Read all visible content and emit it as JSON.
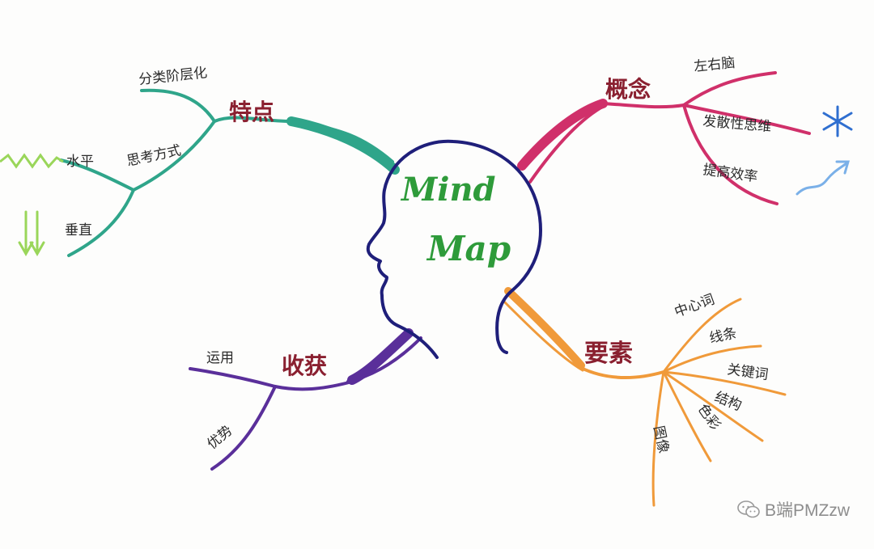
{
  "center": {
    "line1": "Mind",
    "line2": "Map"
  },
  "branches": {
    "features": {
      "label": "特点",
      "items": [
        "分类阶层化",
        "思考方式",
        "水平",
        "垂直"
      ]
    },
    "concept": {
      "label": "概念",
      "items": [
        "左右脑",
        "发散性思维",
        "提高效率"
      ]
    },
    "elements": {
      "label": "要素",
      "items": [
        "中心词",
        "线条",
        "关键词",
        "结构",
        "色彩",
        "图像"
      ]
    },
    "harvest": {
      "label": "收获",
      "items": [
        "运用",
        "优势"
      ]
    }
  },
  "colors": {
    "head": "#1f1f7a",
    "center_text": "#2e9b3a",
    "features": "#2fa58a",
    "concept": "#d0306a",
    "elements": "#f09a3a",
    "harvest": "#5a2f9a",
    "branch_label": "#8a2030",
    "green_zigzag": "#9ad65a",
    "blue_star": "#2f6fd0"
  },
  "icons": {
    "watermark_icon": "wechat-icon",
    "decor_star": "asterisk-icon",
    "decor_arrow": "rising-arrow-icon",
    "decor_zigzag": "zigzag-icon",
    "decor_down_arrows": "double-down-arrow-icon"
  },
  "watermark": {
    "text": "B端PMZzw"
  }
}
